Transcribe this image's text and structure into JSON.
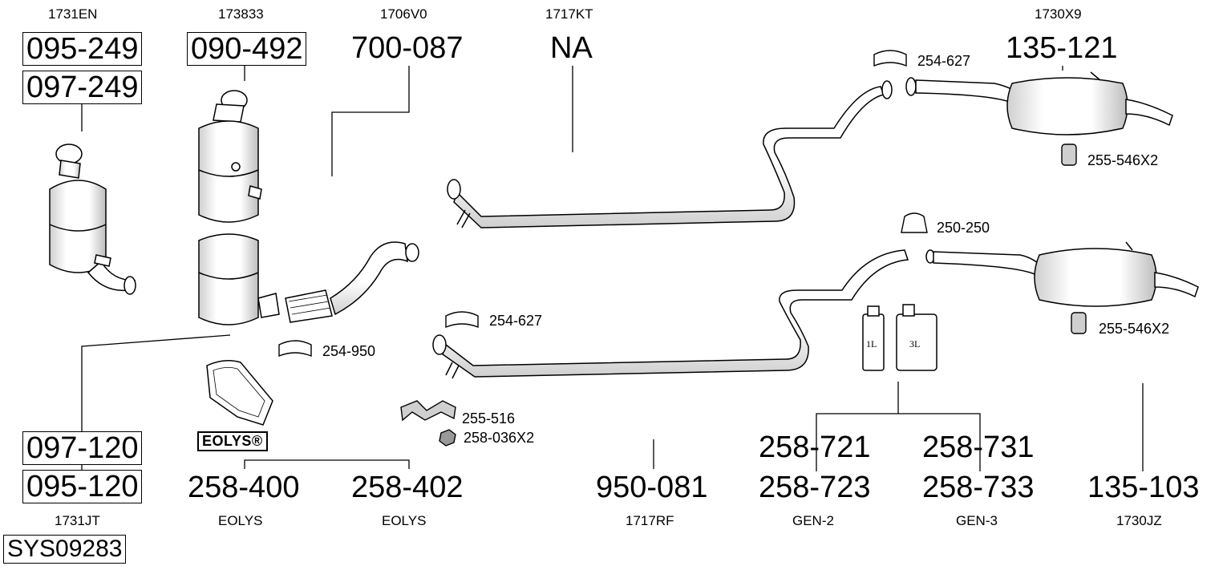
{
  "top_refs": {
    "r1": "1731EN",
    "r2": "173833",
    "r3": "1706V0",
    "r4": "1717KT",
    "r5": "1730X9"
  },
  "parts": {
    "p095_249": "095-249",
    "p097_249": "097-249",
    "p090_492": "090-492",
    "p700_087": "700-087",
    "na": "NA",
    "p135_121": "135-121",
    "p097_120": "097-120",
    "p095_120": "095-120",
    "p258_400": "258-400",
    "p258_402": "258-402",
    "p950_081": "950-081",
    "p258_721": "258-721",
    "p258_723": "258-723",
    "p258_731": "258-731",
    "p258_733": "258-733",
    "p135_103": "135-103",
    "system": "SYS09283"
  },
  "small_parts": {
    "clamp_top": "254-627",
    "mount_top": "255-546X2",
    "clamp_250": "250-250",
    "clamp_mid": "254-627",
    "mount_bottom": "255-546X2",
    "clamp_950": "254-950",
    "bracket": "255-516",
    "nut": "258-036X2"
  },
  "bottom_refs": {
    "b1": "1731JT",
    "b2": "EOLYS",
    "b3": "EOLYS",
    "b4": "1717RF",
    "b5": "GEN-2",
    "b6": "GEN-3",
    "b7": "1730JZ"
  },
  "logo": {
    "eolys": "EOLYS®"
  },
  "cans": {
    "small": "1L",
    "large": "3L"
  },
  "colors": {
    "line": "#000000",
    "part_fill": "#ffffff",
    "shade": "#d8d8d8"
  }
}
